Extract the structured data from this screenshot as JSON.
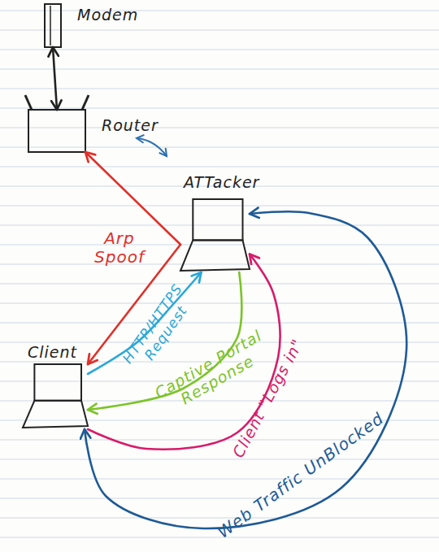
{
  "diagram": {
    "nodes": [
      {
        "text": [
          "Modem"
        ]
      },
      {
        "text": [
          "Router"
        ]
      },
      {
        "text": [
          "ATTacker"
        ]
      },
      {
        "text": [
          "Client"
        ]
      }
    ],
    "edges": [
      {
        "from": 0,
        "to": 1,
        "arrow": "both"
      },
      {
        "from": 2,
        "to": 1,
        "arrow": "to"
      },
      {
        "from": 2,
        "to": 3,
        "arrow": "to"
      },
      {
        "from": 3,
        "to": 2,
        "label": "HTTP/HTTPS Request",
        "arrow": "to"
      },
      {
        "from": 2,
        "to": 3,
        "label": "Captive Portal Response",
        "arrow": "to"
      },
      {
        "from": 3,
        "to": 2,
        "label": "Client \"Logs in\"",
        "arrow": "to"
      },
      {
        "from": 3,
        "to": 2,
        "label": "Web Traffic UnBlocked",
        "arrow": "both"
      }
    ],
    "labels": [
      "Arp Spoof"
    ]
  }
}
